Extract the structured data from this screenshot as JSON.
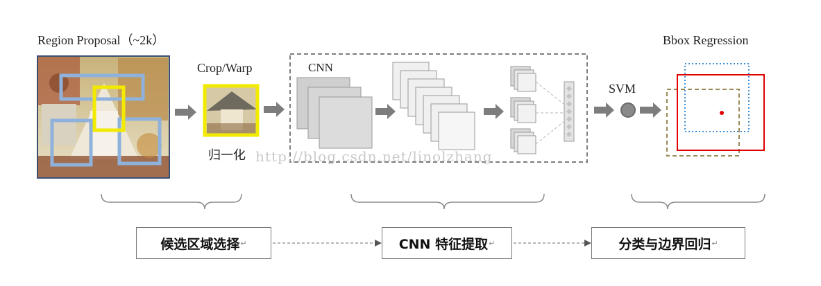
{
  "labels": {
    "region_proposal": "Region Proposal（~2k）",
    "crop_warp": "Crop/Warp",
    "normalize": "归一化",
    "cnn": "CNN",
    "svm": "SVM",
    "bbox_regression": "Bbox Regression"
  },
  "stages": [
    {
      "label": "候选区域选择"
    },
    {
      "label": "CNN 特征提取"
    },
    {
      "label": "分类与边界回归"
    }
  ],
  "return_mark": "↵",
  "watermark": "http://blog.csdn.net/linolzhang",
  "colors": {
    "proposal_box": "#8fb2dc",
    "selected_box": "#f2ea00",
    "arrow": "#7d7d7d",
    "gt_box": "#e00000",
    "pred_box": "#3b8fd6",
    "shift_box": "#9a8a55"
  }
}
